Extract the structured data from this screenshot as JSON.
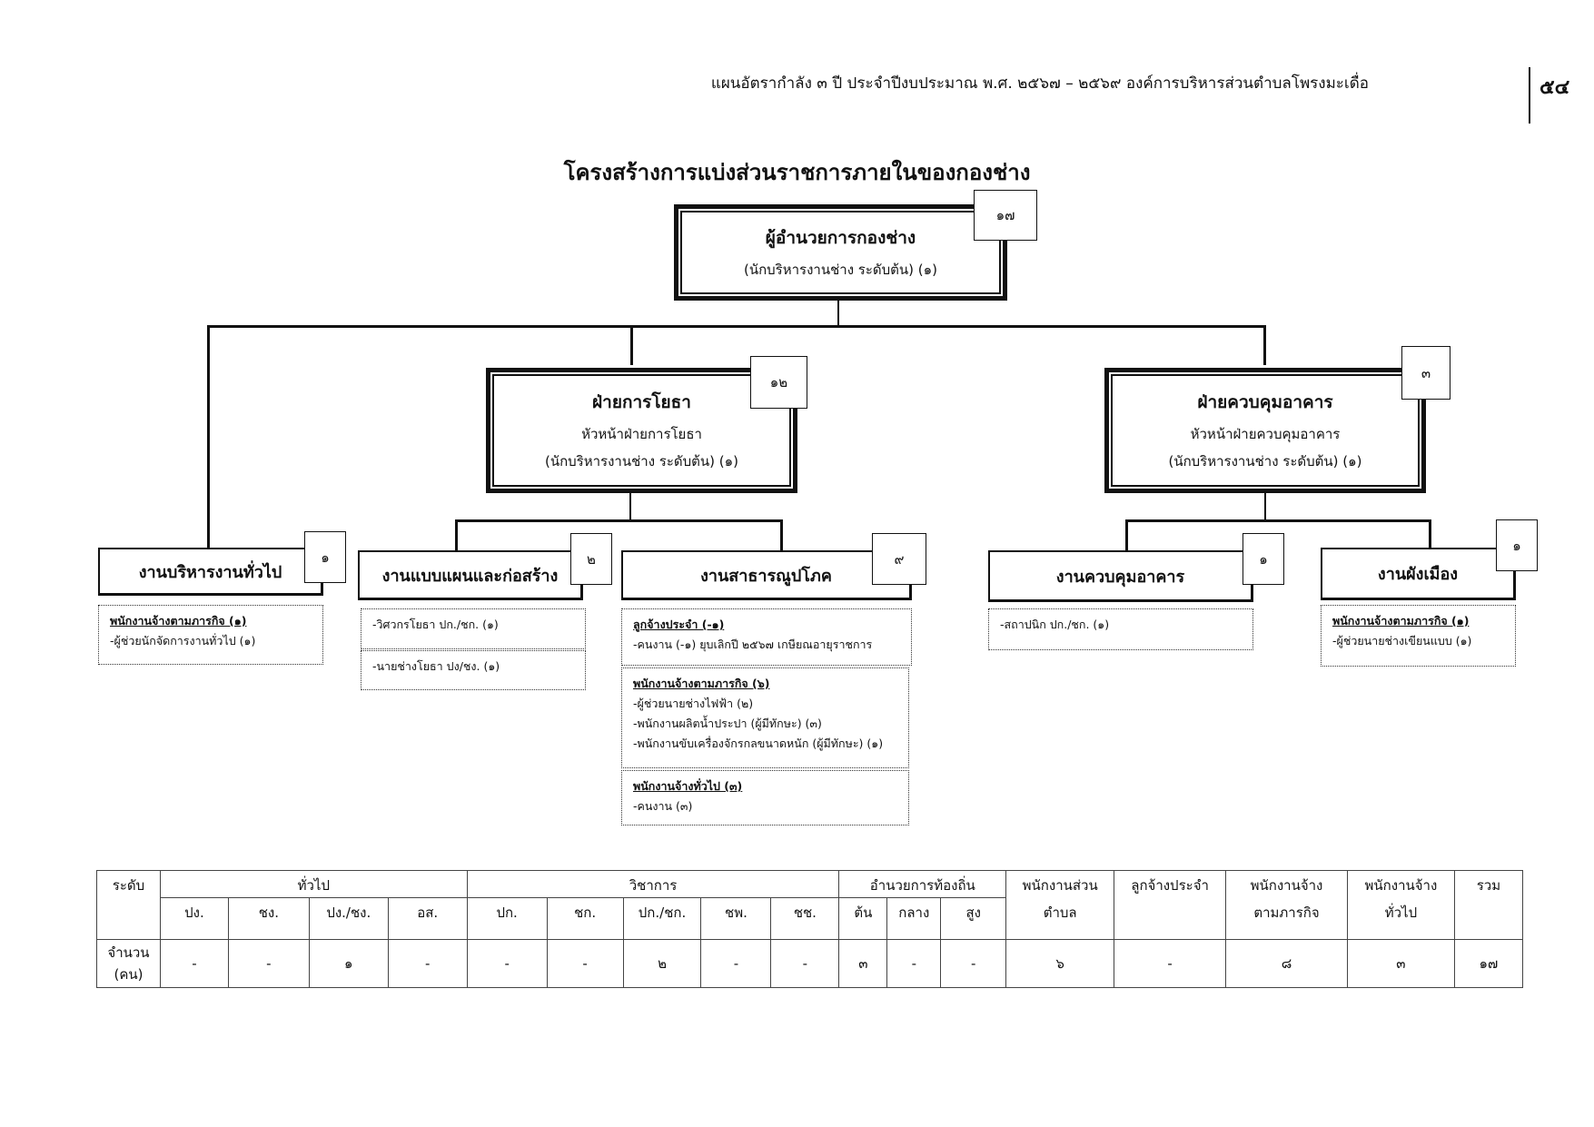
{
  "header": {
    "text": "แผนอัตรากำลัง ๓ ปี ประจำปีงบประมาณ พ.ศ. ๒๕๖๗ – ๒๕๖๙ องค์การบริหารส่วนตำบลโพรงมะเดื่อ",
    "page_number": "๕๔"
  },
  "title": "โครงสร้างการแบ่งส่วนราชการภายในของกองช่าง",
  "director": {
    "title": "ผู้อำนวยการกองช่าง",
    "subtitle": "(นักบริหารงานช่าง ระดับต้น) (๑)",
    "count": "๑๗"
  },
  "divisions": [
    {
      "title": "ฝ่ายการโยธา",
      "head": "หัวหน้าฝ่ายการโยธา",
      "position": "(นักบริหารงานช่าง ระดับต้น) (๑)",
      "count": "๑๒"
    },
    {
      "title": "ฝ่ายควบคุมอาคาร",
      "head": "หัวหน้าฝ่ายควบคุมอาคาร",
      "position": "(นักบริหารงานช่าง ระดับต้น) (๑)",
      "count": "๓"
    }
  ],
  "units": [
    {
      "title": "งานบริหารงานทั่วไป",
      "count": "๑",
      "staff_boxes": [
        {
          "heading": "พนักงานจ้างตามภารกิจ (๑)",
          "items": [
            "-ผู้ช่วยนักจัดการงานทั่วไป (๑)"
          ]
        }
      ]
    },
    {
      "title": "งานแบบแผนและก่อสร้าง",
      "count": "๒",
      "staff_boxes": [
        {
          "heading": "",
          "items": [
            "-วิศวกรโยธา ปก./ชก. (๑)"
          ]
        },
        {
          "heading": "",
          "items": [
            "-นายช่างโยธา ปง/ชง. (๑)"
          ]
        }
      ]
    },
    {
      "title": "งานสาธารณูปโภค",
      "count": "๙",
      "staff_boxes": [
        {
          "heading": "ลูกจ้างประจำ (-๑)",
          "items": [
            "-คนงาน (-๑) ยุบเลิกปี ๒๕๖๗ เกษียณอายุราชการ"
          ]
        },
        {
          "heading": "พนักงานจ้างตามภารกิจ (๖)",
          "items": [
            "-ผู้ช่วยนายช่างไฟฟ้า (๒)",
            "-พนักงานผลิตน้ำประปา (ผู้มีทักษะ) (๓)",
            "-พนักงานขับเครื่องจักรกลขนาดหนัก (ผู้มีทักษะ) (๑)"
          ]
        },
        {
          "heading": "พนักงานจ้างทั่วไป (๓)",
          "items": [
            "-คนงาน (๓)"
          ]
        }
      ]
    },
    {
      "title": "งานควบคุมอาคาร",
      "count": "๑",
      "staff_boxes": [
        {
          "heading": "",
          "items": [
            "-สถาปนิก ปก./ชก. (๑)"
          ]
        }
      ]
    },
    {
      "title": "งานผังเมือง",
      "count": "๑",
      "staff_boxes": [
        {
          "heading": "พนักงานจ้างตามภารกิจ (๑)",
          "items": [
            "-ผู้ช่วยนายช่างเขียนแบบ (๑)"
          ]
        }
      ]
    }
  ],
  "summary_table": {
    "level_label": "ระดับ",
    "groups": {
      "general": "ทั่วไป",
      "academic": "วิชาการ",
      "local_director": "อำนวยการท้องถิ่น",
      "tambon_staff": "พนักงานส่วนตำบล",
      "permanent": "ลูกจ้างประจำ",
      "mission_contract": "พนักงานจ้างตามภารกิจ",
      "general_contract": "พนักงานจ้างทั่วไป",
      "total": "รวม"
    },
    "tambon_staff_line1": "พนักงานส่วน",
    "tambon_staff_line2": "ตำบล",
    "mission_line1": "พนักงานจ้าง",
    "mission_line2": "ตามภารกิจ",
    "general_contract_line1": "พนักงานจ้าง",
    "general_contract_line2": "ทั่วไป",
    "subheaders": [
      "ปง.",
      "ชง.",
      "ปง./ชง.",
      "อส.",
      "ปก.",
      "ชก.",
      "ปก./ชก.",
      "ชพ.",
      "ชช.",
      "ต้น",
      "กลาง",
      "สูง"
    ],
    "row_label_line1": "จำนวน",
    "row_label_line2": "(คน)",
    "values": [
      "-",
      "-",
      "๑",
      "-",
      "-",
      "-",
      "๒",
      "-",
      "-",
      "๓",
      "-",
      "-",
      "๖",
      "-",
      "๘",
      "๓",
      "๑๗"
    ]
  }
}
